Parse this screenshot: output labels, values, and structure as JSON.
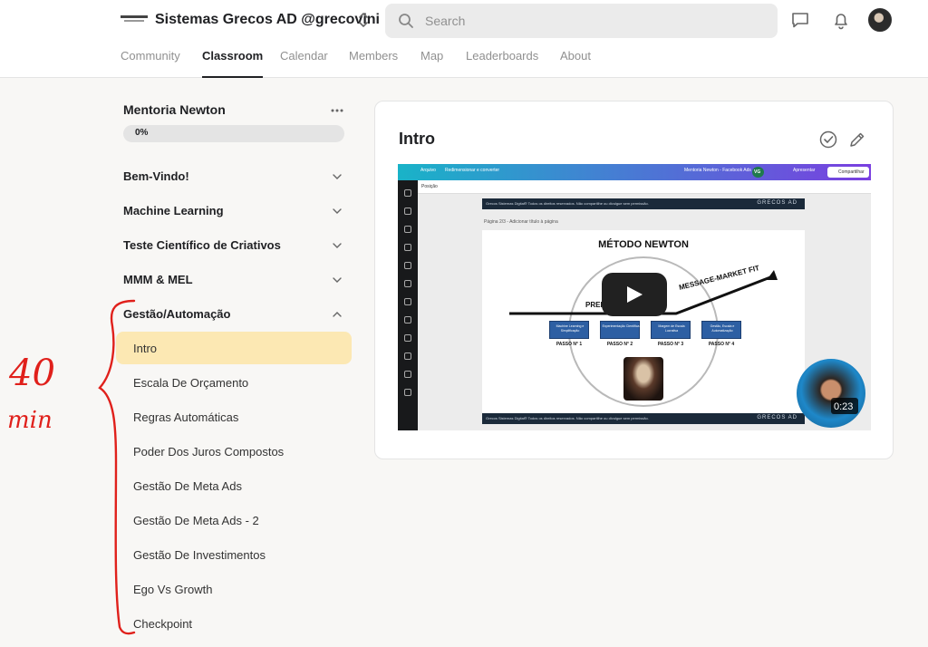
{
  "header": {
    "group_name": "Sistemas Grecos AD @grecovini",
    "search_placeholder": "Search"
  },
  "nav": {
    "tabs": [
      {
        "label": "Community"
      },
      {
        "label": "Classroom",
        "active": true
      },
      {
        "label": "Calendar"
      },
      {
        "label": "Members"
      },
      {
        "label": "Map"
      },
      {
        "label": "Leaderboards"
      },
      {
        "label": "About"
      }
    ]
  },
  "sidebar": {
    "course_title": "Mentoria Newton",
    "progress": {
      "label": "0%",
      "value": 0
    },
    "sections": [
      {
        "label": "Bem-Vindo!",
        "expanded": false
      },
      {
        "label": "Machine Learning",
        "expanded": false
      },
      {
        "label": "Teste Científico de Criativos",
        "expanded": false
      },
      {
        "label": "MMM & MEL",
        "expanded": false
      },
      {
        "label": "Gestão/Automação",
        "expanded": true
      }
    ],
    "lessons": [
      {
        "label": "Intro",
        "active": true
      },
      {
        "label": "Escala De Orçamento"
      },
      {
        "label": "Regras Automáticas"
      },
      {
        "label": "Poder Dos Juros Compostos"
      },
      {
        "label": "Gestão De Meta Ads"
      },
      {
        "label": "Gestão De Meta Ads - 2"
      },
      {
        "label": "Gestão De Investimentos"
      },
      {
        "label": "Ego Vs Growth"
      },
      {
        "label": "Checkpoint"
      }
    ]
  },
  "annotation": {
    "line1": "40",
    "line2": "min"
  },
  "main": {
    "lesson_title": "Intro",
    "video": {
      "duration": "0:23",
      "toolbar": {
        "left": "Arquivo",
        "doc": "Redimensionar e converter",
        "project": "Mentoria Newton - Facebook Ads",
        "user_initials": "VG",
        "present": "Apresentar",
        "share": "Compartilhar"
      },
      "subbar": "Posição",
      "page_label": "Página 2/3 - Adicionar título à página",
      "slide": {
        "title": "MÉTODO NEWTON",
        "left_label": "PREP",
        "curve_label": "MESSAGE-MARKET FIT",
        "footer_left": "Grecos Sistemas Digital® Todos os direitos reservados. Não compartilhe ou divulgue sem permissão.",
        "footer_brand": "GRECOS AD",
        "steps": [
          {
            "box": "Machine Learning e Simplificação",
            "label": "PASSO N° 1"
          },
          {
            "box": "Experimentação Científica",
            "label": "PASSO N° 2"
          },
          {
            "box": "Margem de Escala Lucrativa",
            "label": "PASSO N° 3"
          },
          {
            "box": "Gestão, Escala e Automatização",
            "label": "PASSO N° 4"
          }
        ]
      }
    }
  },
  "colors": {
    "active_lesson_bg": "#fce8b3",
    "annotation": "#e0201b",
    "slide_box": "#2d5fa3"
  }
}
